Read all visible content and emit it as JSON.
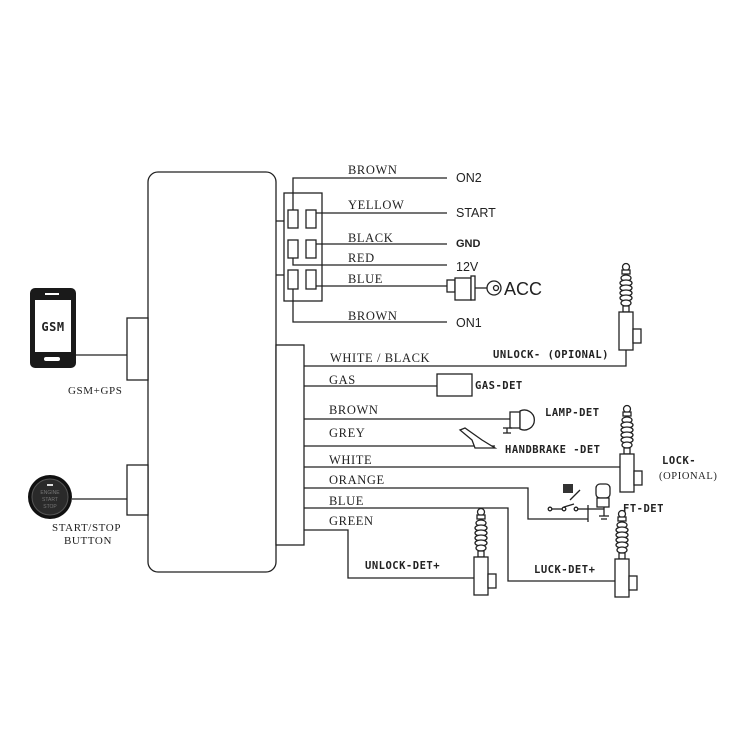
{
  "gsm_module": {
    "screen_text": "GSM",
    "label": "GSM+GPS"
  },
  "start_button": {
    "face_lines": [
      "ENGINE",
      "START",
      "STOP"
    ],
    "label_line1": "START/STOP",
    "label_line2": "BUTTON"
  },
  "top_wires": [
    {
      "color": "BROWN",
      "terminal": "ON2"
    },
    {
      "color": "YELLOW",
      "terminal": "START"
    },
    {
      "color": "BLACK",
      "terminal": "GND"
    },
    {
      "color": "RED",
      "terminal": "12V"
    },
    {
      "color": "BLUE",
      "terminal": "ACC"
    },
    {
      "color": "BROWN",
      "terminal": "ON1"
    }
  ],
  "bottom_wires": [
    {
      "color": "WHITE / BLACK",
      "device": "UNLOCK- (OPIONAL)"
    },
    {
      "color": "GAS",
      "device": "GAS-DET"
    },
    {
      "color": "BROWN",
      "device": "LAMP-DET"
    },
    {
      "color": "GREY",
      "device": "HANDBRAKE -DET"
    },
    {
      "color": "WHITE",
      "device": "LOCK-",
      "device_note": "(OPIONAL)"
    },
    {
      "color": "ORANGE",
      "device": "FT-DET"
    },
    {
      "color": "BLUE",
      "device": "LUCK-DET+"
    },
    {
      "color": "GREEN",
      "device": "UNLOCK-DET+"
    }
  ]
}
